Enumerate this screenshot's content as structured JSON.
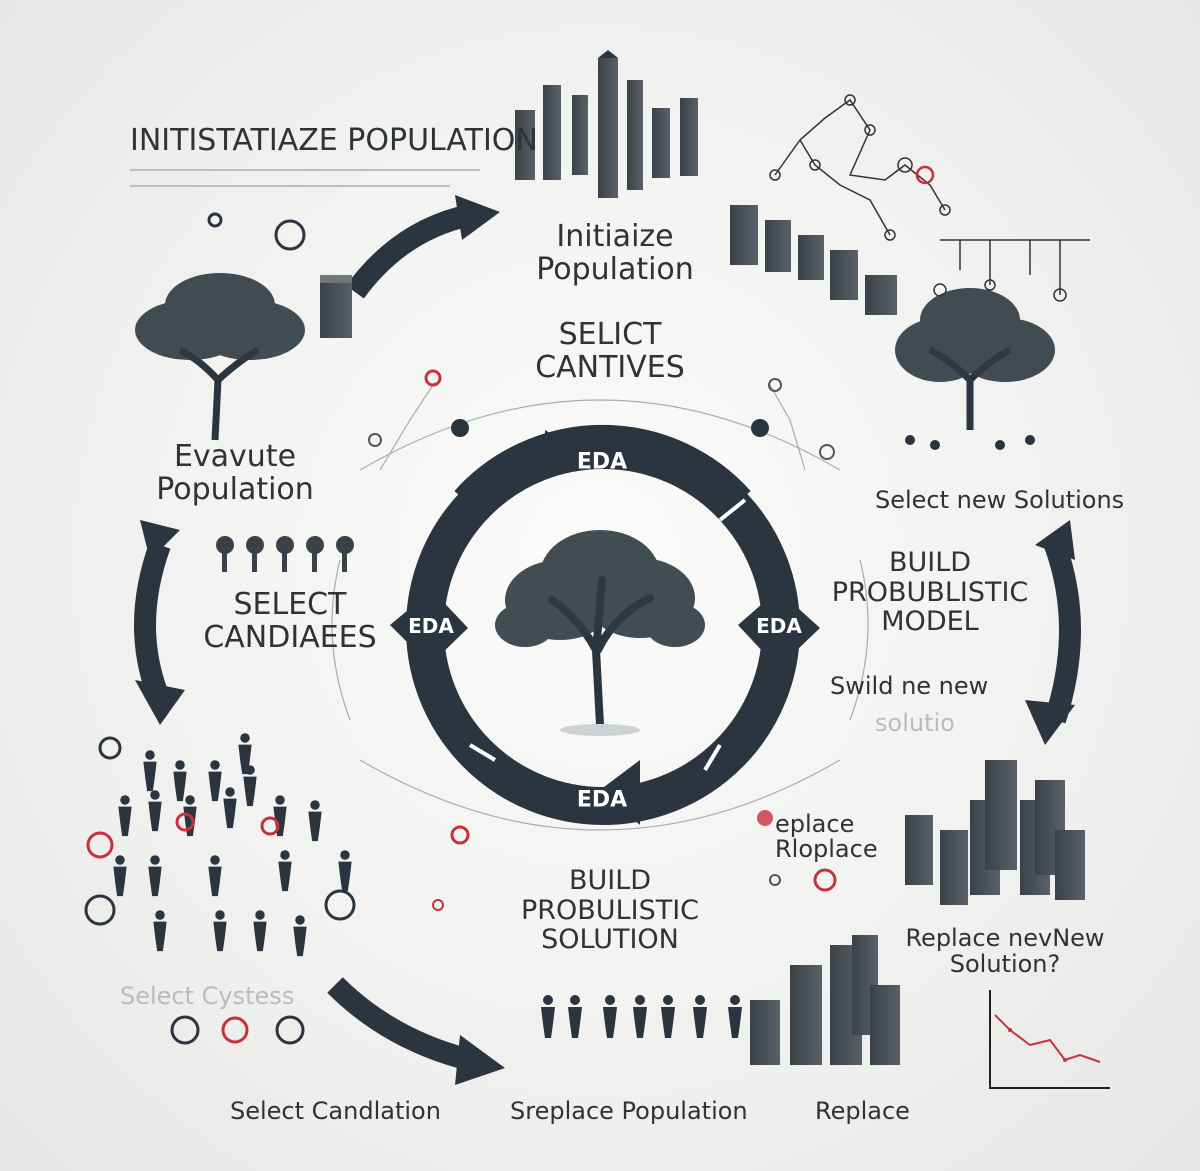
{
  "labels": {
    "top_left_title": "INITISTATIAZE POPULATION",
    "top_center_line1": "Initiaize",
    "top_center_line2": "Population",
    "select_cantives_line1": "SELICT",
    "select_cantives_line2": "CANTIVES",
    "evaluate_line1": "Evavute",
    "evaluate_line2": "Population",
    "select_new_solutions": "Select new Solutions",
    "select_candiaees_line1": "SELECT",
    "select_candiaees_line2": "CANDIAEES",
    "build_model_line1": "BUILD",
    "build_model_line2": "PROBUBLISTIC",
    "build_model_line3": "MODEL",
    "swild_new": "Swild ne new",
    "solutio_faint": "solutio",
    "replace_small_line1": "eplace",
    "replace_small_line2": "Rloplace",
    "build_solution_line1": "BUILD",
    "build_solution_line2": "PROBULISTIC",
    "build_solution_line3": "SOLUTION",
    "replace_new_line1": "Replace nevNew",
    "replace_new_line2": "Solution?",
    "select_faint": "Select Cystess",
    "bottom_select": "Select Candlation",
    "bottom_replace_population": "Sreplace Population",
    "bottom_replace": "Replace"
  },
  "eda_labels": {
    "top": "EDA",
    "left": "EDA",
    "right": "EDA",
    "bottom": "EDA"
  },
  "colors": {
    "dark": "#2b3540",
    "bar_top": "#6f757b",
    "accent_red": "#c8313a",
    "line": "#9aa0a6"
  }
}
